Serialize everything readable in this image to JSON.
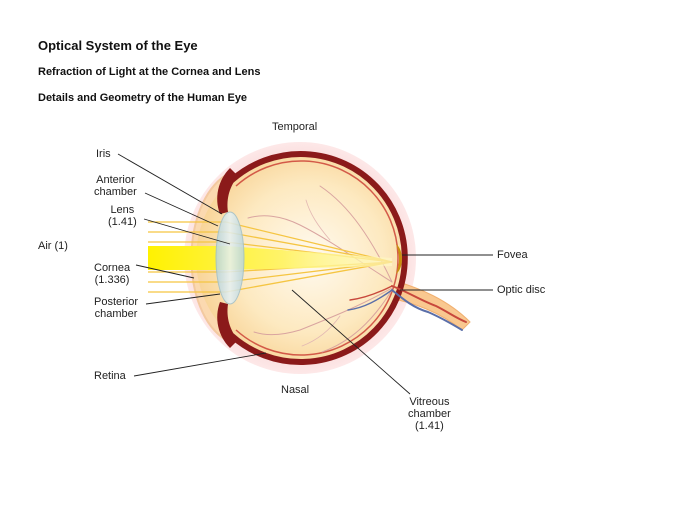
{
  "header": {
    "title": "Optical System of the Eye",
    "subtitle1": "Refraction of Light at the Cornea and Lens",
    "subtitle2": "Details and Geometry of the Human Eye"
  },
  "labels": {
    "temporal": "Temporal",
    "nasal": "Nasal",
    "air": "Air (1)",
    "iris": "Iris",
    "anterior_chamber": [
      "Anterior",
      "chamber"
    ],
    "lens": [
      "Lens",
      "(1.41)"
    ],
    "cornea": [
      "Cornea",
      "(1.336)"
    ],
    "posterior_chamber": [
      "Posterior",
      "chamber"
    ],
    "retina": "Retina",
    "fovea": "Fovea",
    "optic_disc": "Optic disc",
    "vitreous_chamber": [
      "Vitreous",
      "chamber",
      "(1.41)"
    ]
  },
  "colors": {
    "sclera": "#8b1a1a",
    "eyeball_fill": "#fbe6b4",
    "halo": "#f9d3d3",
    "light_beam": "#fff200",
    "light_ray": "#f5c542",
    "lens": "#cfe2e8",
    "vessel_red": "#c8483c",
    "vessel_blue": "#5a6ea8"
  }
}
